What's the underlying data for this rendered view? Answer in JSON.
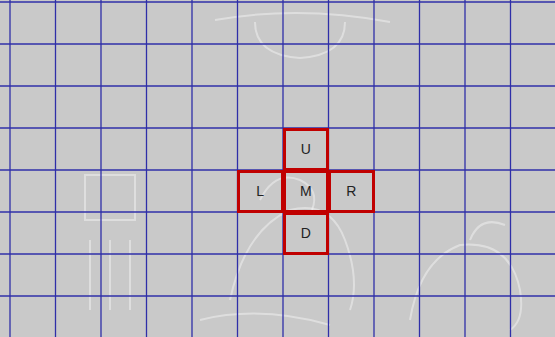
{
  "diagram": {
    "nodes": [
      {
        "text": [
          "U"
        ]
      },
      {
        "text": [
          "L"
        ]
      },
      {
        "text": [
          "M"
        ]
      },
      {
        "text": [
          "R"
        ]
      },
      {
        "text": [
          "D"
        ]
      }
    ]
  }
}
